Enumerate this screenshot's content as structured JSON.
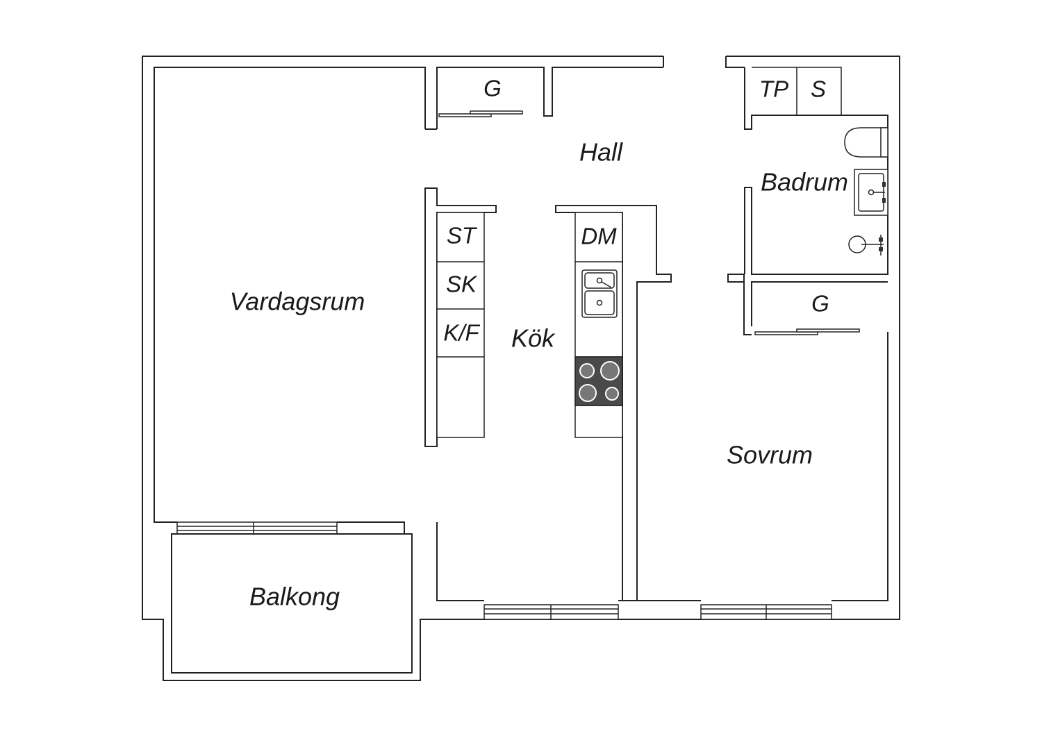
{
  "rooms": {
    "living": "Vardagsrum",
    "hall": "Hall",
    "kitchen": "Kök",
    "bathroom": "Badrum",
    "bedroom": "Sovrum",
    "balcony": "Balkong",
    "closet_hall": "G",
    "closet_bedroom": "G",
    "toilet_paper": "TP",
    "storage_bath": "S"
  },
  "kitchen_units": {
    "st": "ST",
    "sk": "SK",
    "kf": "K/F",
    "dm": "DM"
  },
  "colors": {
    "line": "#222222",
    "stove": "#4a4a4a",
    "background": "#ffffff"
  }
}
